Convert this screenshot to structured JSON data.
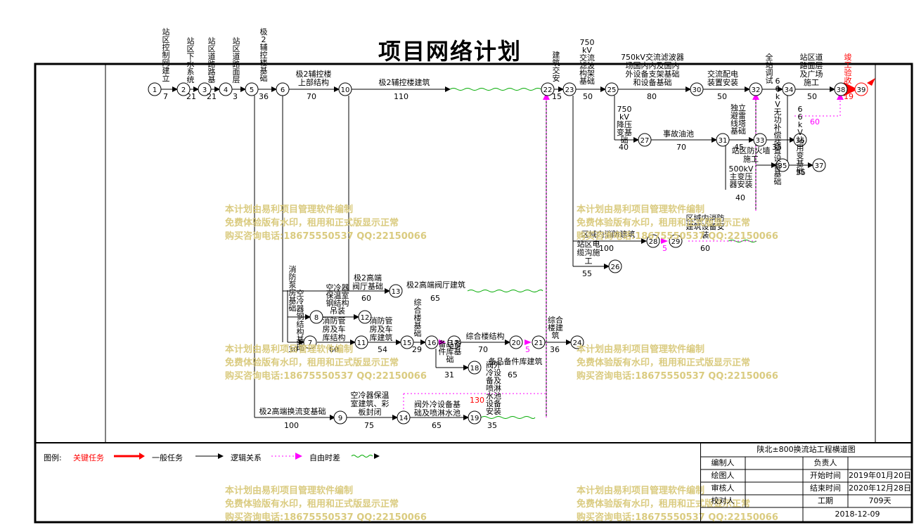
{
  "title": "项目网络计划",
  "nodes": [
    "1",
    "2",
    "3",
    "4",
    "5",
    "6",
    "10",
    "22",
    "23",
    "25",
    "30",
    "32",
    "34",
    "38",
    "39",
    "27",
    "31",
    "33",
    "36",
    "35",
    "37",
    "28",
    "29",
    "26",
    "13",
    "8",
    "12",
    "7",
    "11",
    "15",
    "16",
    "17",
    "20",
    "21",
    "24",
    "18",
    "9",
    "14",
    "19"
  ],
  "tasks": {
    "t1": "站区控制网建立",
    "d1": "7",
    "t2": "站区下水系统",
    "d2": "21",
    "t3": "站区道路路基",
    "d3": "21",
    "t4": "站区道路面层",
    "d4": "3",
    "t5": "极2辅控楼基础",
    "d5": "36",
    "t6": "极2辅控楼\n上部结构",
    "d6": "70",
    "t7": "极2辅控楼建筑",
    "d7": "110",
    "t8": "建筑交安",
    "d8": "15",
    "t9": "750kV交流滤波构架基础",
    "d9": "50",
    "t10": "750kV交流滤波器\n场国内内及国内\n外设备支架基础\n和设备基础",
    "d10": "80",
    "t11": "交流配电\n装置安装",
    "d11": "50",
    "t12": "全站调试",
    "t12b": "66kV无功补偿装置设备基础",
    "d12": "35",
    "t13": "站区道\n路面层\n及广场\n施工",
    "d13": "50",
    "t14": "竣工验收",
    "d14": "19",
    "t15": "750kV降压变基础",
    "d15": "40",
    "t16": "事故油池",
    "d16": "70",
    "t17": "独立避雷线塔基础",
    "d17": "45",
    "t18": "站区防火墙施工",
    "d18": "35",
    "t19": "500kV主变压器安装",
    "d19": "40",
    "t20": "66kV站用变基础",
    "d20": "35",
    "free60": "60",
    "t21": "区域内消防建筑",
    "d21": "100",
    "t22": "区域内消防\n建筑设备安\n装",
    "d22": "60",
    "free5a": "5",
    "t23": "站区电\n缆沟施\n工",
    "d23": "55",
    "t24": "极2高端\n阀厅基础",
    "d24": "60",
    "t25": "极2高端阀厅建筑",
    "d25": "65",
    "t26": "消防泵房基础",
    "t26b": "空冷器保温室钢结构吊装",
    "t27": "空冷器钢结构基础",
    "d27": "30",
    "t28": "消防管\n房及车\n库结构",
    "d28": "60",
    "t29": "消防管\n房及车\n库建筑",
    "d29": "54",
    "t30": "综合楼基础",
    "d30": "29",
    "t31": "综合楼结构",
    "d31": "70",
    "free5b": "5",
    "t32": "综合楼建筑",
    "d32": "36",
    "t33": "备品备件库基础",
    "d33": "31",
    "t34": "备品备件库建筑",
    "d34": "65",
    "t35": "极2高端换流变基础",
    "d35": "100",
    "t36": "空冷器保温\n室建筑、彩\n板封闭",
    "d36": "75",
    "t37": "阀外冷设备基\n础及喷淋水池",
    "d37": "65",
    "t38": "阀外冷设备及喷淋水池设备安装",
    "d38": "35",
    "free130": "130"
  },
  "watermark": {
    "line1": "本计划由易利项目管理软件编制",
    "line2": "免费体验版有水印，租用和正式版显示正常",
    "line3": "购买咨询电话:18675550537 QQ:22150066"
  },
  "legend": {
    "label": "图例:",
    "critical": "关键任务",
    "normal": "一般任务",
    "logic": "逻辑关系",
    "free": "自由时差"
  },
  "titleblock": {
    "project": "陕北±800换流站工程横道图",
    "compiler": "编制人",
    "drawer": "绘图人",
    "reviewer": "审核人",
    "checker": "校对人",
    "manager": "负责人",
    "start_label": "开始时间",
    "start": "2019年01月20日",
    "end_label": "结束时间",
    "end": "2020年12月28日",
    "period_label": "工期",
    "period": "709天",
    "date": "2018-12-09"
  },
  "colors": {
    "critical": "#ff0000",
    "free_float": "#ff00ff",
    "float_wave": "#00aa00",
    "watermark": "#d9c97a"
  }
}
